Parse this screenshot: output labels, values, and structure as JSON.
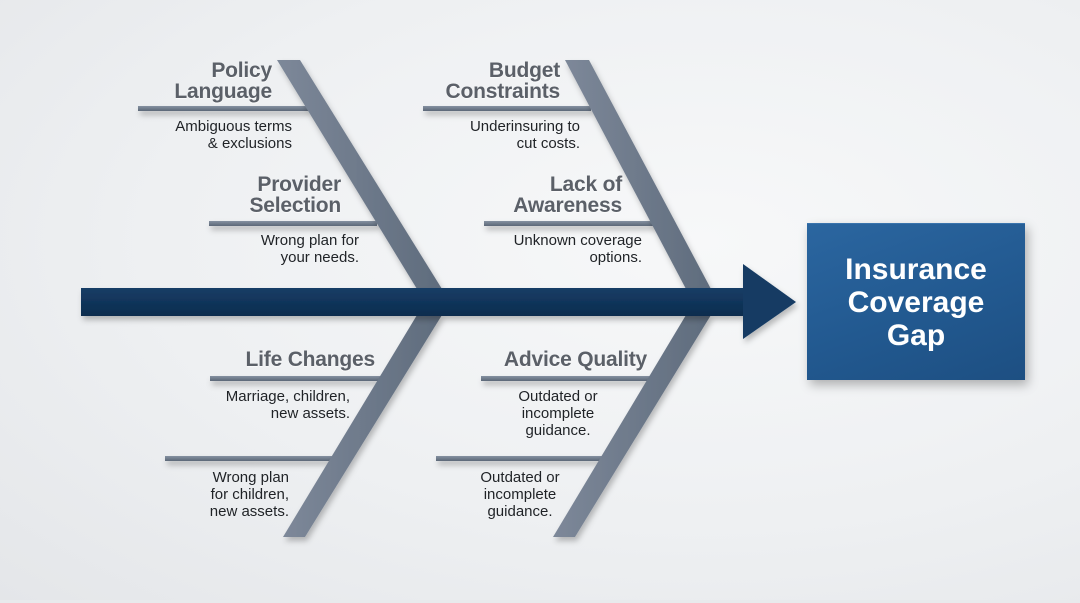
{
  "diagram": {
    "type": "fishbone",
    "effect": {
      "label": "Insurance\nCoverage\nGap"
    },
    "colors": {
      "spine": "#0e3357",
      "bone": "#6e7b8c",
      "effect_box": "#225990",
      "category_text": "#5b6068",
      "description_text": "#1f2226"
    },
    "categories": [
      {
        "position": "top-left-1",
        "label": "Policy\nLanguage",
        "description": "Ambiguous terms\n& exclusions"
      },
      {
        "position": "top-left-2",
        "label": "Provider\nSelection",
        "description": "Wrong plan for\nyour needs."
      },
      {
        "position": "top-right-1",
        "label": "Budget\nConstraints",
        "description": "Underinsuring to\ncut costs."
      },
      {
        "position": "top-right-2",
        "label": "Lack of\nAwareness",
        "description": "Unknown coverage\noptions."
      },
      {
        "position": "bottom-left-1",
        "label": "Life Changes",
        "description": "Marriage, children,\nnew assets."
      },
      {
        "position": "bottom-left-2",
        "label": "",
        "description": "Wrong plan\nfor children,\nnew assets."
      },
      {
        "position": "bottom-right-1",
        "label": "Advice Quality",
        "description": "Outdated or\nincomplete\nguidance."
      },
      {
        "position": "bottom-right-2",
        "label": "",
        "description": "Outdated or\nincomplete\nguidance."
      }
    ]
  }
}
